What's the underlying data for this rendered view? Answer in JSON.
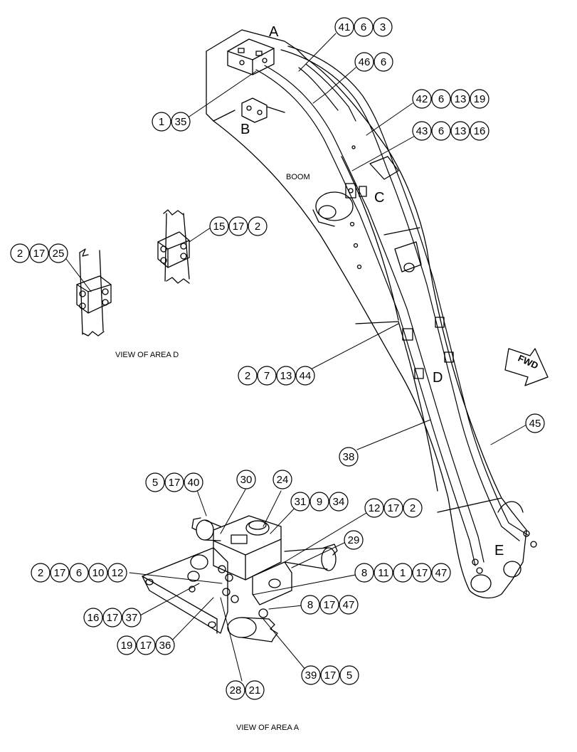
{
  "labels": {
    "boom": "BOOM",
    "view_area_d": "VIEW OF AREA D",
    "view_area_a": "VIEW OF AREA A",
    "fwd": "FWD"
  },
  "area_letters": [
    "A",
    "B",
    "C",
    "D",
    "E"
  ],
  "callouts": [
    {
      "id": "c-41-6-3",
      "nums": [
        "41",
        "6",
        "3"
      ]
    },
    {
      "id": "c-46-6",
      "nums": [
        "46",
        "6"
      ]
    },
    {
      "id": "c-42-6-13-19",
      "nums": [
        "42",
        "6",
        "13",
        "19"
      ]
    },
    {
      "id": "c-43-6-13-16",
      "nums": [
        "43",
        "6",
        "13",
        "16"
      ]
    },
    {
      "id": "c-1-35",
      "nums": [
        "1",
        "35"
      ]
    },
    {
      "id": "c-15-17-2",
      "nums": [
        "15",
        "17",
        "2"
      ]
    },
    {
      "id": "c-2-17-25",
      "nums": [
        "2",
        "17",
        "25"
      ]
    },
    {
      "id": "c-2-7-13-44",
      "nums": [
        "2",
        "7",
        "13",
        "44"
      ]
    },
    {
      "id": "c-45",
      "nums": [
        "45"
      ]
    },
    {
      "id": "c-38",
      "nums": [
        "38"
      ]
    },
    {
      "id": "c-5-17-40",
      "nums": [
        "5",
        "17",
        "40"
      ]
    },
    {
      "id": "c-30",
      "nums": [
        "30"
      ]
    },
    {
      "id": "c-24",
      "nums": [
        "24"
      ]
    },
    {
      "id": "c-31-9-34",
      "nums": [
        "31",
        "9",
        "34"
      ]
    },
    {
      "id": "c-12-17-2",
      "nums": [
        "12",
        "17",
        "2"
      ]
    },
    {
      "id": "c-29",
      "nums": [
        "29"
      ]
    },
    {
      "id": "c-2-17-6-10-12",
      "nums": [
        "2",
        "17",
        "6",
        "10",
        "12"
      ]
    },
    {
      "id": "c-8-11-1-17-47",
      "nums": [
        "8",
        "11",
        "1",
        "17",
        "47"
      ]
    },
    {
      "id": "c-8-17-47",
      "nums": [
        "8",
        "17",
        "47"
      ]
    },
    {
      "id": "c-16-17-37",
      "nums": [
        "16",
        "17",
        "37"
      ]
    },
    {
      "id": "c-19-17-36",
      "nums": [
        "19",
        "17",
        "36"
      ]
    },
    {
      "id": "c-39-17-5",
      "nums": [
        "39",
        "17",
        "5"
      ]
    },
    {
      "id": "c-28-21",
      "nums": [
        "28",
        "21"
      ]
    }
  ]
}
